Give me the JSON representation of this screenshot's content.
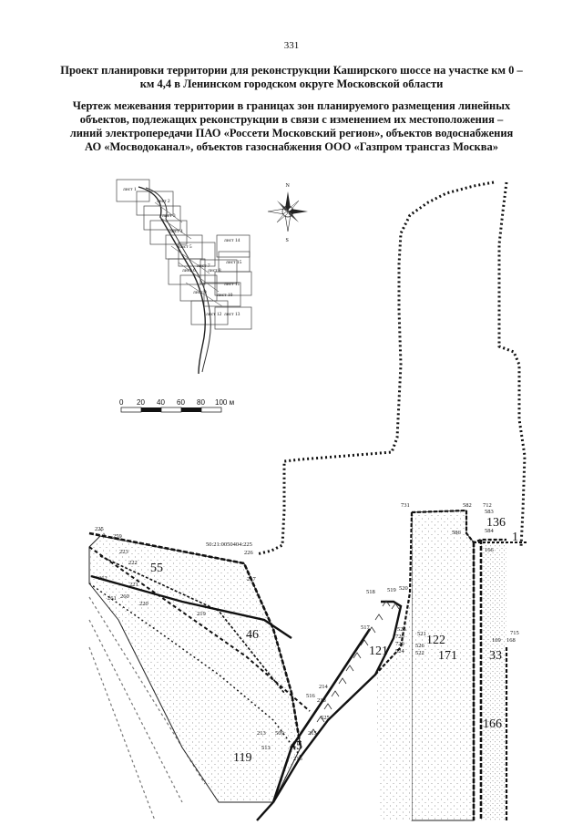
{
  "page_number": "331",
  "title": "Проект планировки территории для реконструкции Каширского шоссе на участке км 0 – км 4,4 в Ленинском городском округе Московской области",
  "subtitle": "Чертеж межевания территории в границах зон планируемого размещения линейных объектов, подлежащих реконструкции в связи с изменением их местоположения – линий электропередачи ПАО «Россети Московский регион», объектов водоснабжения АО «Мосводоканал», объектов газоснабжения ООО «Газпром трансгаз Москва»",
  "compass": {
    "north": "N",
    "south": "S"
  },
  "index_map": {
    "sheets": [
      "лист 1",
      "лист 2",
      "лист 3",
      "лист 4",
      "лист 5",
      "лист 6",
      "лист 7",
      "лист 8",
      "лист 9",
      "лист 10",
      "лист 11",
      "лист 12",
      "лист 13",
      "лист 14",
      "лист 15"
    ]
  },
  "scale_bar": {
    "ticks": [
      "0",
      "20",
      "40",
      "60",
      "80",
      "100 м"
    ]
  },
  "cadastral_number": "50:21:0050404:225",
  "parcels": [
    "55",
    "46",
    "121",
    "122",
    "171",
    "33",
    "136",
    "1",
    "166",
    "45",
    "119"
  ],
  "points": [
    "225",
    "259",
    "223",
    "222",
    "262",
    "221",
    "261",
    "260",
    "220",
    "219",
    "226",
    "217",
    "731",
    "582",
    "712",
    "583",
    "586",
    "584",
    "166",
    "518",
    "519",
    "520",
    "517",
    "523",
    "720",
    "729",
    "524",
    "521",
    "526",
    "522",
    "169",
    "715",
    "168",
    "516",
    "214",
    "218",
    "525",
    "215",
    "213",
    "509",
    "513",
    "216"
  ]
}
